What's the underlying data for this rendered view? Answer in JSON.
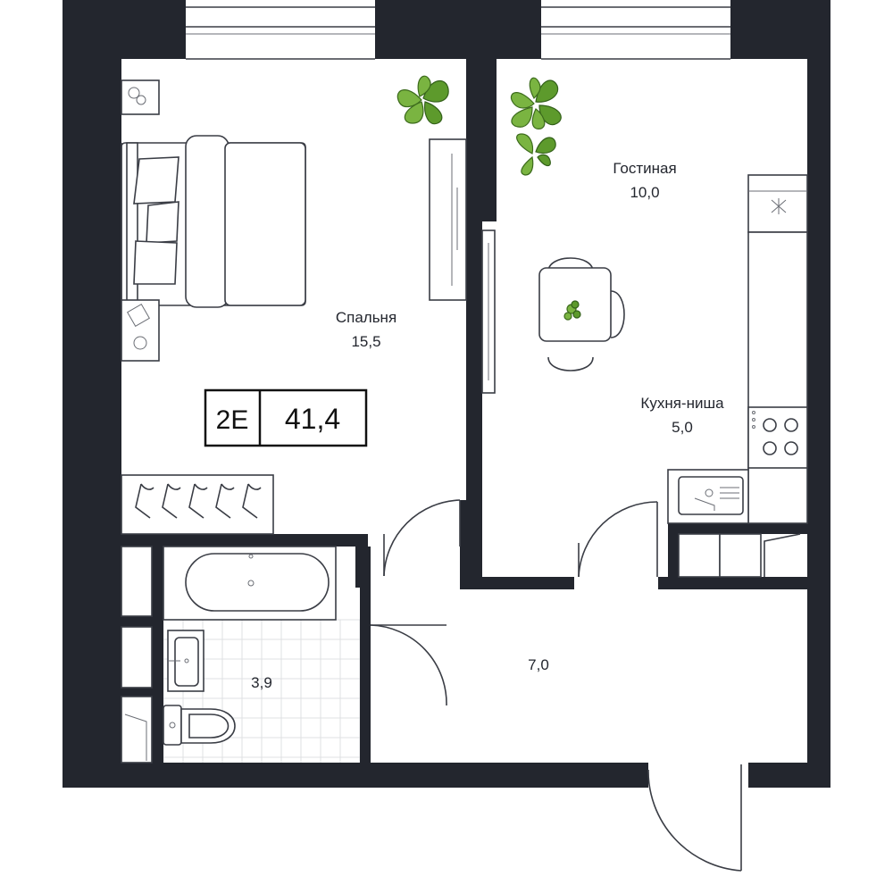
{
  "rooms": {
    "bedroom": {
      "name": "Спальня",
      "area": "15,5"
    },
    "living": {
      "name": "Гостиная",
      "area": "10,0"
    },
    "kitchen": {
      "name": "Кухня-ниша",
      "area": "5,0"
    },
    "bathroom": {
      "area": "3,9"
    },
    "hallway": {
      "area": "7,0"
    }
  },
  "apartment": {
    "type": "2E",
    "total_area": "41,4"
  },
  "colors": {
    "walls": "#23262e",
    "plants": "#7ab441",
    "tiles": "#dfe0e3"
  }
}
